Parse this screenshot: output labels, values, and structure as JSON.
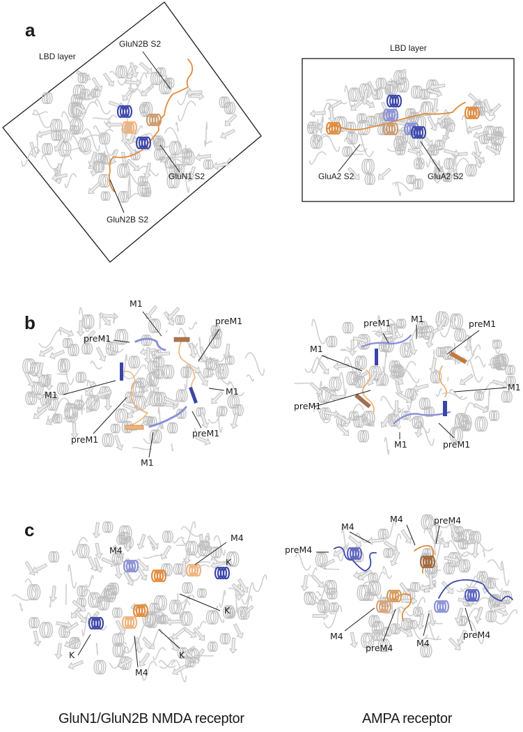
{
  "figure": {
    "colors": {
      "protein_gray": "#d9d9d9",
      "orange": "#e08a3c",
      "light_orange": "#f0b27a",
      "blue": "#3a45a8",
      "light_blue": "#8a90d6",
      "frame": "#1a1a1a"
    },
    "panel_a": {
      "letter": "a",
      "left": {
        "title": "LBD layer",
        "labels": [
          "GluN2B S2",
          "GluN1 S2",
          "GluN2B S2"
        ]
      },
      "right": {
        "title": "LBD layer",
        "labels": [
          "GluA2 S2",
          "GluA2 S2"
        ]
      }
    },
    "panel_b": {
      "letter": "b",
      "left": {
        "labels": [
          "M1",
          "preM1",
          "preM1",
          "M1",
          "M1",
          "preM1",
          "preM1",
          "M1"
        ]
      },
      "right": {
        "labels": [
          "preM1",
          "M1",
          "preM1",
          "M1",
          "M1",
          "preM1",
          "M1",
          "preM1"
        ]
      }
    },
    "panel_c": {
      "letter": "c",
      "left": {
        "labels": [
          "M4",
          "M4",
          "K",
          "K",
          "K",
          "K",
          "M4"
        ]
      },
      "right": {
        "labels": [
          "preM4",
          "M4",
          "M4",
          "preM4",
          "M4",
          "preM4",
          "M4",
          "preM4"
        ]
      }
    },
    "captions": {
      "left": "GluN1/GluN2B NMDA receptor",
      "right": "AMPA receptor"
    }
  }
}
